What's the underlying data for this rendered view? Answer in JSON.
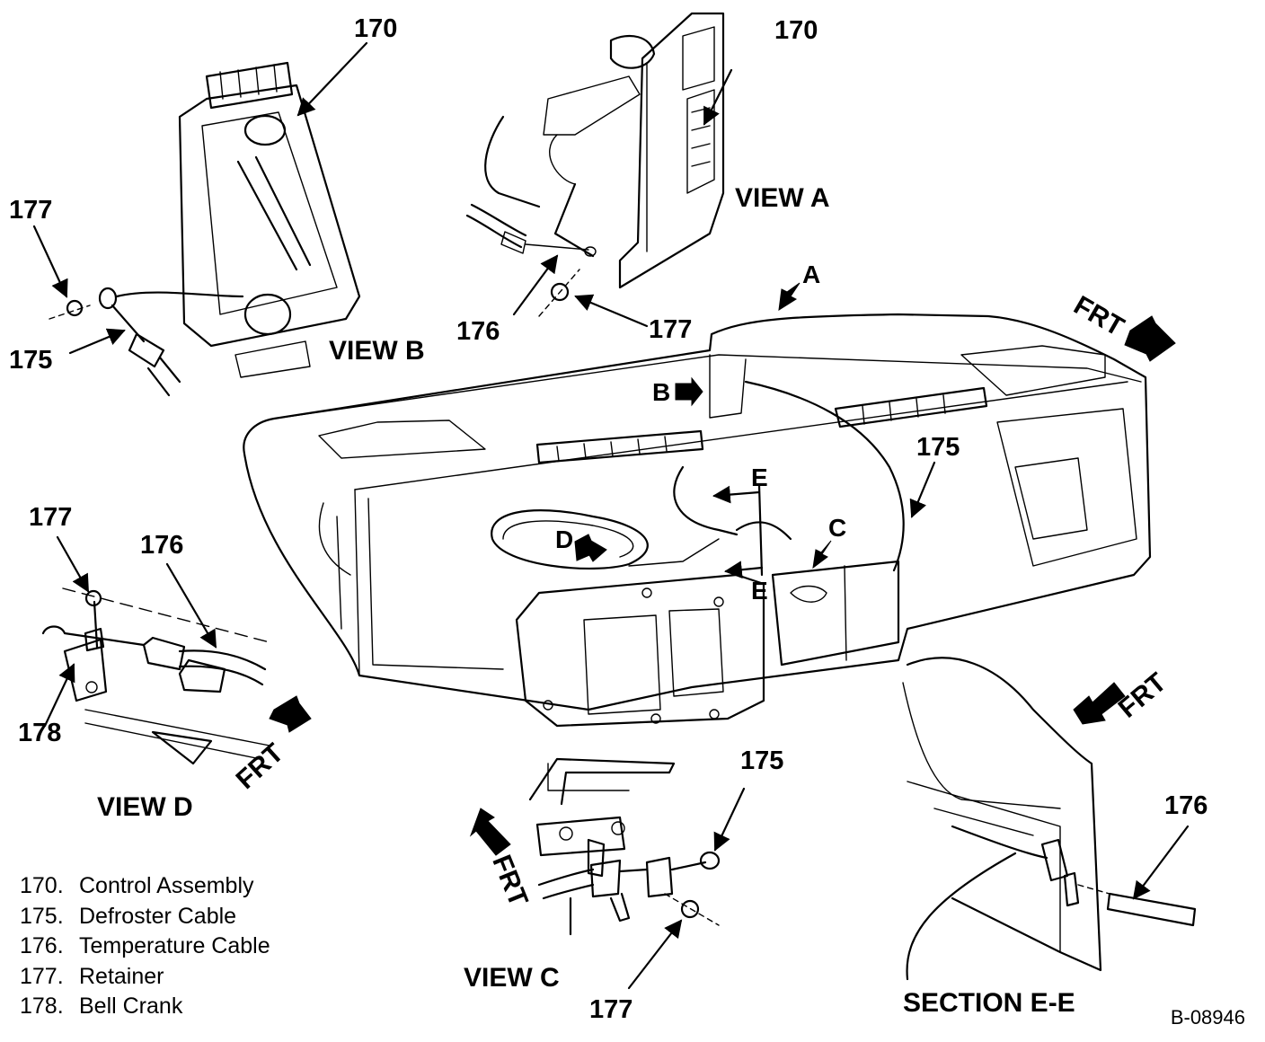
{
  "drawing_code": "B-08946",
  "callouts": {
    "c170_view_b": "170",
    "c170_view_a": "170",
    "c177_view_b": "177",
    "c175_view_b": "175",
    "c176_view_a": "176",
    "c177_view_a": "177",
    "c175_main": "175",
    "c177_view_d": "177",
    "c176_view_d": "176",
    "c178_view_d": "178",
    "c175_view_c": "175",
    "c177_view_c": "177",
    "c176_section_e": "176"
  },
  "view_labels": {
    "view_a": "VIEW A",
    "view_b": "VIEW B",
    "view_c": "VIEW C",
    "view_d": "VIEW D",
    "section_e": "SECTION E-E"
  },
  "view_markers": {
    "a": "A",
    "b": "B",
    "c": "C",
    "d": "D",
    "e_top": "E",
    "e_bottom": "E"
  },
  "direction_labels": {
    "frt_main": "FRT",
    "frt_view_d": "FRT",
    "frt_view_c": "FRT",
    "frt_section_e": "FRT"
  },
  "legend": [
    {
      "number": "170.",
      "name": "Control Assembly"
    },
    {
      "number": "175.",
      "name": "Defroster Cable"
    },
    {
      "number": "176.",
      "name": "Temperature Cable"
    },
    {
      "number": "177.",
      "name": "Retainer"
    },
    {
      "number": "178.",
      "name": "Bell Crank"
    }
  ]
}
